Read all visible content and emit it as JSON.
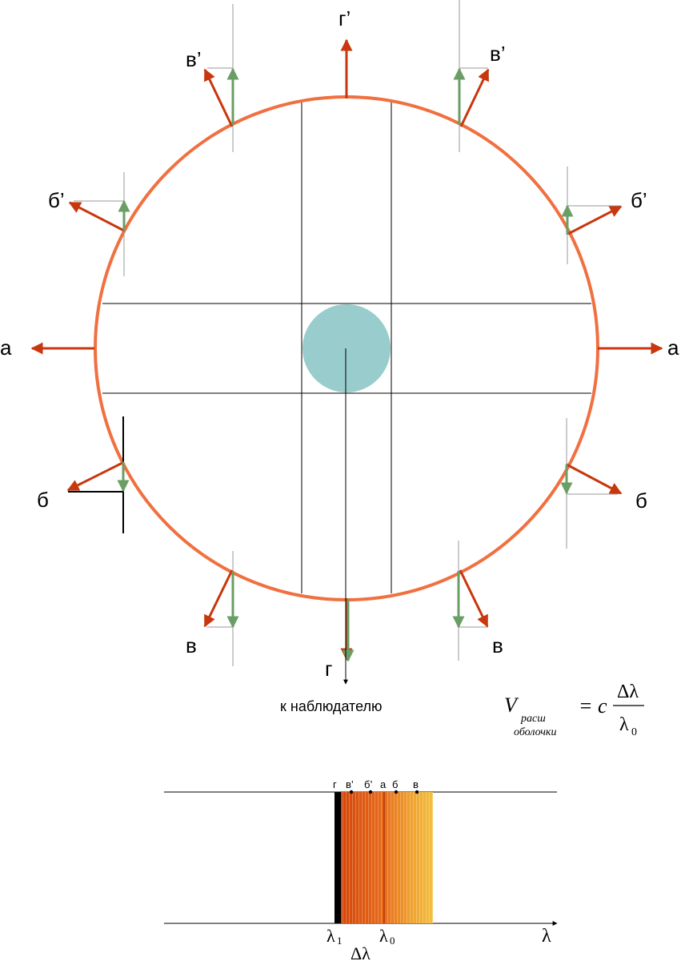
{
  "colors": {
    "shell": "#f07040",
    "red_vector": "#c8370e",
    "green_vector": "#6a9e64",
    "star": "#99cccc",
    "line": "#000000",
    "thin_line": "#999999",
    "band_dark": "#d4470a",
    "band_light": "#f2c040"
  },
  "labels": {
    "a_left": "а",
    "a_right": "а",
    "b_left": "б",
    "b_right": "б",
    "b_prime_left": "б’",
    "b_prime_right": "б’",
    "v_left": "в",
    "v_right": "в",
    "v_prime_left": "в’",
    "v_prime_right": "в’",
    "g_top": "г’",
    "g_bottom": "г",
    "observer": "к наблюдателю"
  },
  "formula": {
    "v": "V",
    "v_sub_top": "расш",
    "v_sub_bottom": "оболочки",
    "equals_c": "= c",
    "numerator": "Δλ",
    "denominator": "λ",
    "denominator_sub": "0"
  },
  "spectrum": {
    "ticks": [
      "г",
      "в’",
      "б’",
      "а",
      "б",
      "в"
    ],
    "lambda1": "λ",
    "lambda1_sub": "1",
    "lambda0": "λ",
    "lambda0_sub": "0",
    "axis_label": "λ",
    "delta": "Δλ"
  }
}
